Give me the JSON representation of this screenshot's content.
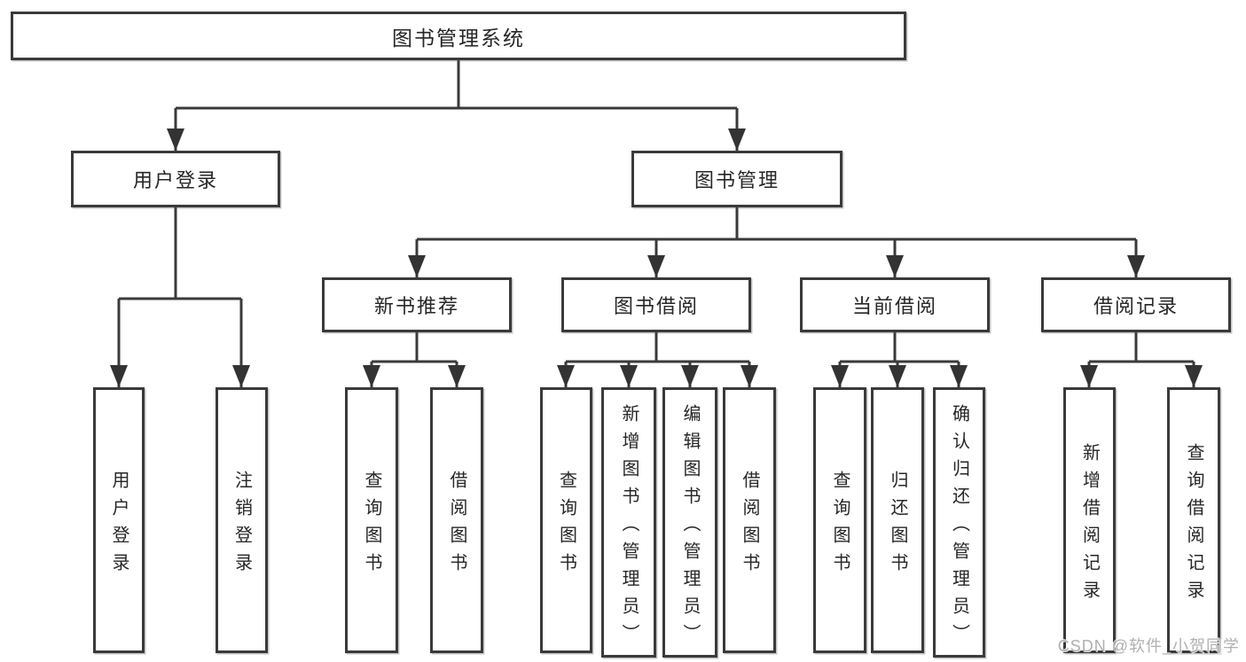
{
  "colors": {
    "background": "#ffffff",
    "line": "#3a3a3a",
    "box_border": "#3a3a3a",
    "text": "#262626",
    "watermark": "#b0b0b0"
  },
  "watermark": "CSDN @软件_小贺同学",
  "tree": {
    "label": "图书管理系统",
    "children": [
      {
        "label": "用户登录",
        "children": [
          {
            "label": "用户登录"
          },
          {
            "label": "注销登录"
          }
        ]
      },
      {
        "label": "图书管理",
        "children": [
          {
            "label": "新书推荐",
            "children": [
              {
                "label": "查询图书"
              },
              {
                "label": "借阅图书"
              }
            ]
          },
          {
            "label": "图书借阅",
            "children": [
              {
                "label": "查询图书"
              },
              {
                "label": "新增图书（管理员）"
              },
              {
                "label": "编辑图书（管理员）"
              },
              {
                "label": "借阅图书"
              }
            ]
          },
          {
            "label": "当前借阅",
            "children": [
              {
                "label": "查询图书"
              },
              {
                "label": "归还图书"
              },
              {
                "label": "确认归还（管理员）"
              }
            ]
          },
          {
            "label": "借阅记录",
            "children": [
              {
                "label": "新增借阅记录"
              },
              {
                "label": "查询借阅记录"
              }
            ]
          }
        ]
      }
    ]
  }
}
